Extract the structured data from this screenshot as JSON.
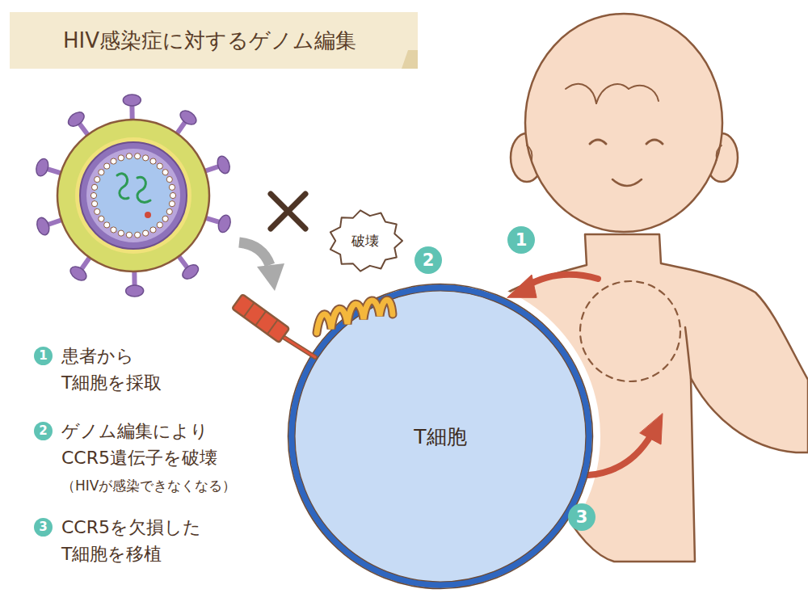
{
  "diagram": {
    "title": "HIV感染症に対するゲノム編集",
    "nodes": [
      {
        "text": [
          "破壊"
        ]
      },
      {
        "text": [
          "T細胞"
        ]
      }
    ],
    "labels": [
      "1",
      "2",
      "3",
      "1",
      "患者から T細胞を採取",
      "2",
      "ゲノム編集により CCR5遺伝子を破壊",
      "（HIVが感染できなくなる）",
      "3",
      "CCR5を欠損した T細胞を移植"
    ]
  }
}
